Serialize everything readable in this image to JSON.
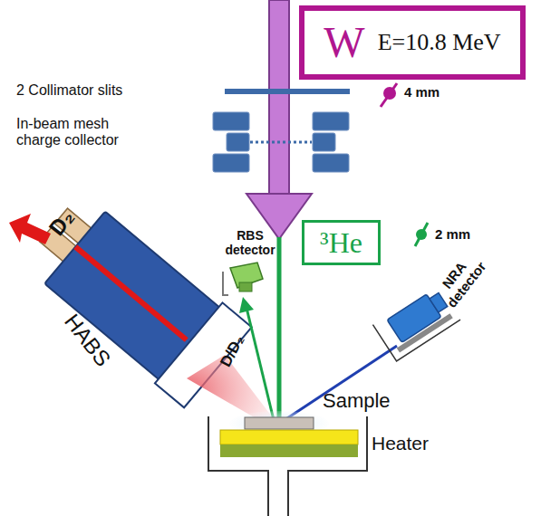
{
  "diagram": {
    "nodes": [
      {
        "text": [
          "W",
          "E=10.8 MeV"
        ]
      },
      {
        "text": [
          "³He"
        ]
      }
    ],
    "labels": [
      "2 Collimator slits",
      "4 mm",
      "In-beam mesh charge collector",
      "D₂",
      "HABS",
      "D/D₂",
      "RBS detector",
      "2 mm",
      "NRA detector",
      "Sample",
      "Heater"
    ]
  }
}
